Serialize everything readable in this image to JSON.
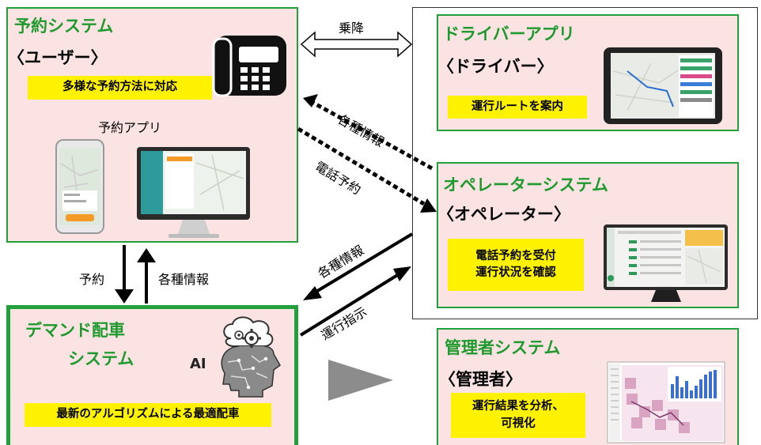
{
  "reservation": {
    "title": "予約システム",
    "role": "〈ユーザー〉",
    "feature": "多様な予約方法に対応",
    "app_label": "予約アプリ"
  },
  "driver": {
    "title": "ドライバーアプリ",
    "role": "〈ドライバー〉",
    "feature": "運行ルートを案内"
  },
  "operator": {
    "title": "オペレーターシステム",
    "role": "〈オペレーター〉",
    "feature": "電話予約を受付\n運行状況を確認"
  },
  "dispatch": {
    "title_line1": "デマンド配車",
    "title_line2": "システム",
    "feature": "最新のアルゴリズムによる最適配車",
    "ai_label": "AI"
  },
  "admin": {
    "title": "管理者システム",
    "role": "〈管理者〉",
    "feature": "運行結果を分析、\n可視化"
  },
  "flows": {
    "ride": "乗降",
    "info_to_user": "各種情報",
    "phone_reservation": "電話予約",
    "reservation": "予約",
    "info_up": "各種情報",
    "info_to_dispatch": "各種情報",
    "operation_order": "運行指示"
  },
  "colors": {
    "box_fill": "#fbe3e3",
    "box_border": "#22a03c",
    "title_green": "#1f9a2e",
    "highlight": "#fff200",
    "outer_panel_border": "#333333"
  },
  "icons": [
    "telephone-icon",
    "smartphone-icon",
    "desktop-monitor-icon",
    "tablet-icon",
    "ai-head-icon",
    "gear-icon",
    "cloud-icon",
    "arrow-right-icon",
    "bar-chart-icon"
  ]
}
